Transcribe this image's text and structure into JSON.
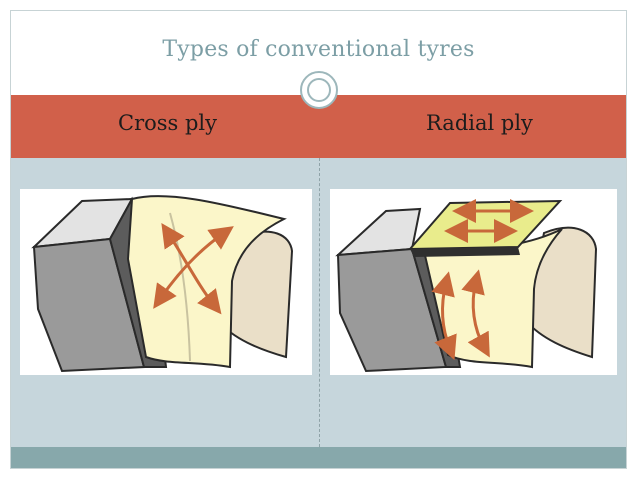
{
  "slide": {
    "title": "Types of conventional tyres",
    "columns": [
      {
        "heading": "Cross ply"
      },
      {
        "heading": "Radial ply"
      }
    ]
  },
  "colors": {
    "title": "#7c9ea5",
    "header_band": "#d1604a",
    "body_band": "#c6d6dc",
    "footer_band": "#87a8ab",
    "arrow": "#c8683a",
    "ply_fill": "#fbf6c9",
    "belt_fill": "#e9ec8c"
  },
  "icons": {
    "ornament": "circle-ornament-icon",
    "cross_ply": "cross-ply-tyre-diagram",
    "radial_ply": "radial-ply-tyre-diagram"
  }
}
